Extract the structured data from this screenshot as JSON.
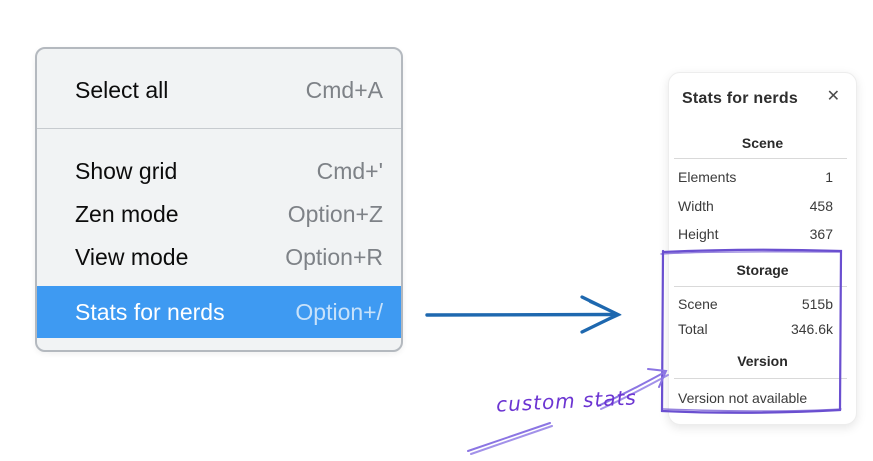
{
  "context_menu": {
    "items": [
      {
        "label": "Select all",
        "shortcut": "Cmd+A",
        "selected": false
      },
      {
        "label": "Show grid",
        "shortcut": "Cmd+'",
        "selected": false
      },
      {
        "label": "Zen mode",
        "shortcut": "Option+Z",
        "selected": false
      },
      {
        "label": "View mode",
        "shortcut": "Option+R",
        "selected": false
      },
      {
        "label": "Stats for nerds",
        "shortcut": "Option+/",
        "selected": true
      }
    ],
    "colors": {
      "background": "#f1f3f4",
      "border": "#b4b9bf",
      "highlight": "#3e9af2",
      "text": "#0c0c0c",
      "shortcut_text": "#7e8287",
      "highlight_text": "#ffffff",
      "highlight_shortcut_text": "#c8e2fa"
    }
  },
  "stats_panel": {
    "title": "Stats for nerds",
    "close_icon": "✕",
    "sections": [
      {
        "header": "Scene",
        "rows": [
          {
            "label": "Elements",
            "value": "1"
          },
          {
            "label": "Width",
            "value": "458"
          },
          {
            "label": "Height",
            "value": "367"
          }
        ]
      },
      {
        "header": "Storage",
        "rows": [
          {
            "label": "Scene",
            "value": "515b"
          },
          {
            "label": "Total",
            "value": "346.6k"
          }
        ]
      },
      {
        "header": "Version",
        "note": "Version not available"
      }
    ]
  },
  "annotations": {
    "custom_stats_label": "custom stats",
    "colors": {
      "blue_arrow": "#1e68af",
      "purple_box": "#6a4fd0",
      "purple_arrow": "#8b75e3",
      "purple_text": "#6c35d2"
    }
  }
}
